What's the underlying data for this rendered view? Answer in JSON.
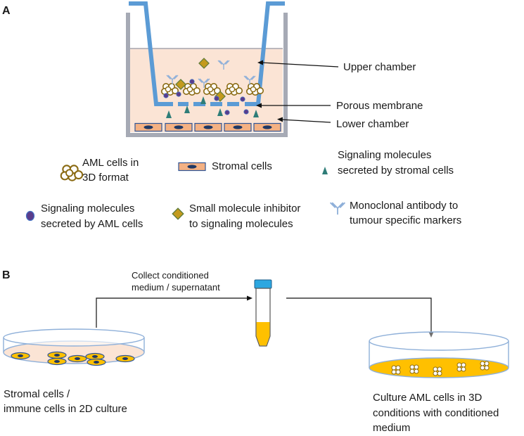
{
  "panel_a": {
    "label": "A",
    "upper_chamber": "Upper chamber",
    "porous_membrane": "Porous membrane",
    "lower_chamber": "Lower chamber",
    "legend": {
      "aml_line1": "AML cells in",
      "aml_line2": "3D format",
      "stromal": "Stromal cells",
      "sig_stromal_line1": "Signaling molecules",
      "sig_stromal_line2": "secreted by stromal cells",
      "sig_aml_line1": "Signaling molecules",
      "sig_aml_line2": "secreted by AML cells",
      "inhibitor_line1": "Small molecule inhibitor",
      "inhibitor_line2": "to signaling molecules",
      "antibody_line1": "Monoclonal antibody to",
      "antibody_line2": "tumour specific markers"
    }
  },
  "panel_b": {
    "label": "B",
    "collect_line1": "Collect conditioned",
    "collect_line2": "medium / supernatant",
    "stromal_line1": "Stromal cells /",
    "stromal_line2": "immune cells in  2D culture",
    "culture_line1": "Culture AML cells in 3D",
    "culture_line2": "conditions with conditioned",
    "culture_line3": "medium"
  },
  "colors": {
    "insert_blue": "#5b9bd5",
    "medium_fill": "#fbe4d5",
    "well_gray": "#a6aab5",
    "aml_cell_outline": "#8a6a12",
    "stromal_fill": "#f4b183",
    "teal_triangle": "#2e7d78",
    "purple_dot": "#5a3d8c",
    "diamond_fill": "#c39a1d",
    "antibody_blue": "#8fb0d9",
    "yellow_medium": "#ffc000",
    "tube_cap": "#2ca7e0"
  }
}
